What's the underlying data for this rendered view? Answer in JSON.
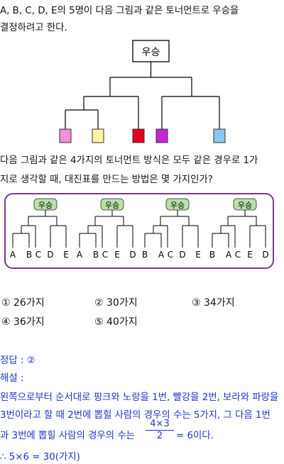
{
  "problem": {
    "line1": "A, B, C, D, E의 5명이 다음 그림과 같은 토너먼트로 우승을",
    "line2": "결정하려고 한다.",
    "line3": "다음 그림과 같은 4가지의 토너먼트 방식은 모두 같은 경우로 1가",
    "line4": "지로 생각할 때, 대진표를 만드는 방법은 몇 가지인가?"
  },
  "main_bracket": {
    "winner_label": "우승",
    "box_colors": [
      "#f38fd6",
      "#fbf3a0",
      "#e0001a",
      "#c724d4",
      "#8cc6f2"
    ]
  },
  "examples": {
    "winner_label": "우승",
    "brackets": [
      [
        "A",
        "B",
        "C",
        "D",
        "E"
      ],
      [
        "A",
        "B",
        "C",
        "E",
        "D"
      ],
      [
        "B",
        "A",
        "C",
        "D",
        "E"
      ],
      [
        "B",
        "A",
        "C",
        "E",
        "D"
      ]
    ]
  },
  "options": [
    {
      "num": "①",
      "text": "26가지"
    },
    {
      "num": "②",
      "text": "30가지"
    },
    {
      "num": "③",
      "text": "34가지"
    },
    {
      "num": "④",
      "text": "36가지"
    },
    {
      "num": "⑤",
      "text": "40가지"
    }
  ],
  "answer": "정답 : ②",
  "solution": {
    "label": "해설 :",
    "line1": "왼쪽으로부터 순서대로 핑크와 노랑을 1번, 빨강을 2번, 보라와 파랑을",
    "line2": "3번이라고 할 때 2번에 뽑힐 사람의 경우의 수는 5가지, 그 다음 1번",
    "line3_pre": "과 3번에 뽑힐 사람의 경우의 수는",
    "frac_num": "4×3",
    "frac_den": "2",
    "line3_post": "= 6이다.",
    "line4": "∴ 5×6 = 30(가지)"
  },
  "colors": {
    "answer_blue": "#1f33c9",
    "green_box": "#b8e0a8",
    "frame": "#7a3a8c"
  }
}
